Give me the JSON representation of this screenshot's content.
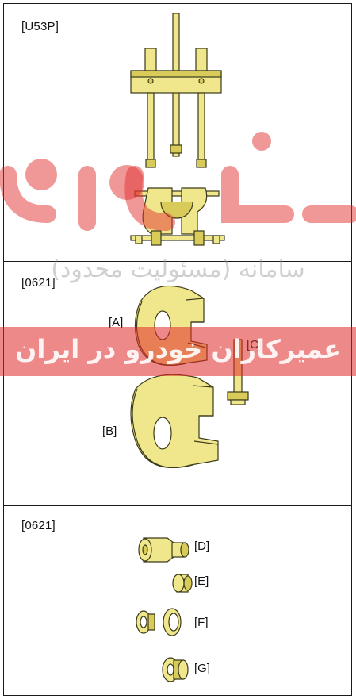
{
  "sections": [
    {
      "code": "[U53P]"
    },
    {
      "code": "[0621]",
      "labels": {
        "a": "[A]",
        "b": "[B]",
        "c": "[C]"
      }
    },
    {
      "code": "[0621]",
      "labels": {
        "d": "[D]",
        "e": "[E]",
        "f": "[F]",
        "g": "[G]"
      }
    }
  ],
  "watermark": {
    "line1": "سامانه (مسئولیت محدود)",
    "line2": "عمیرکاران خودرو در ایران"
  },
  "colors": {
    "part_fill": "#f0e68c",
    "part_shade": "#d8cb5a",
    "outline": "#3a3a1a",
    "watermark_red": "#e02828"
  }
}
